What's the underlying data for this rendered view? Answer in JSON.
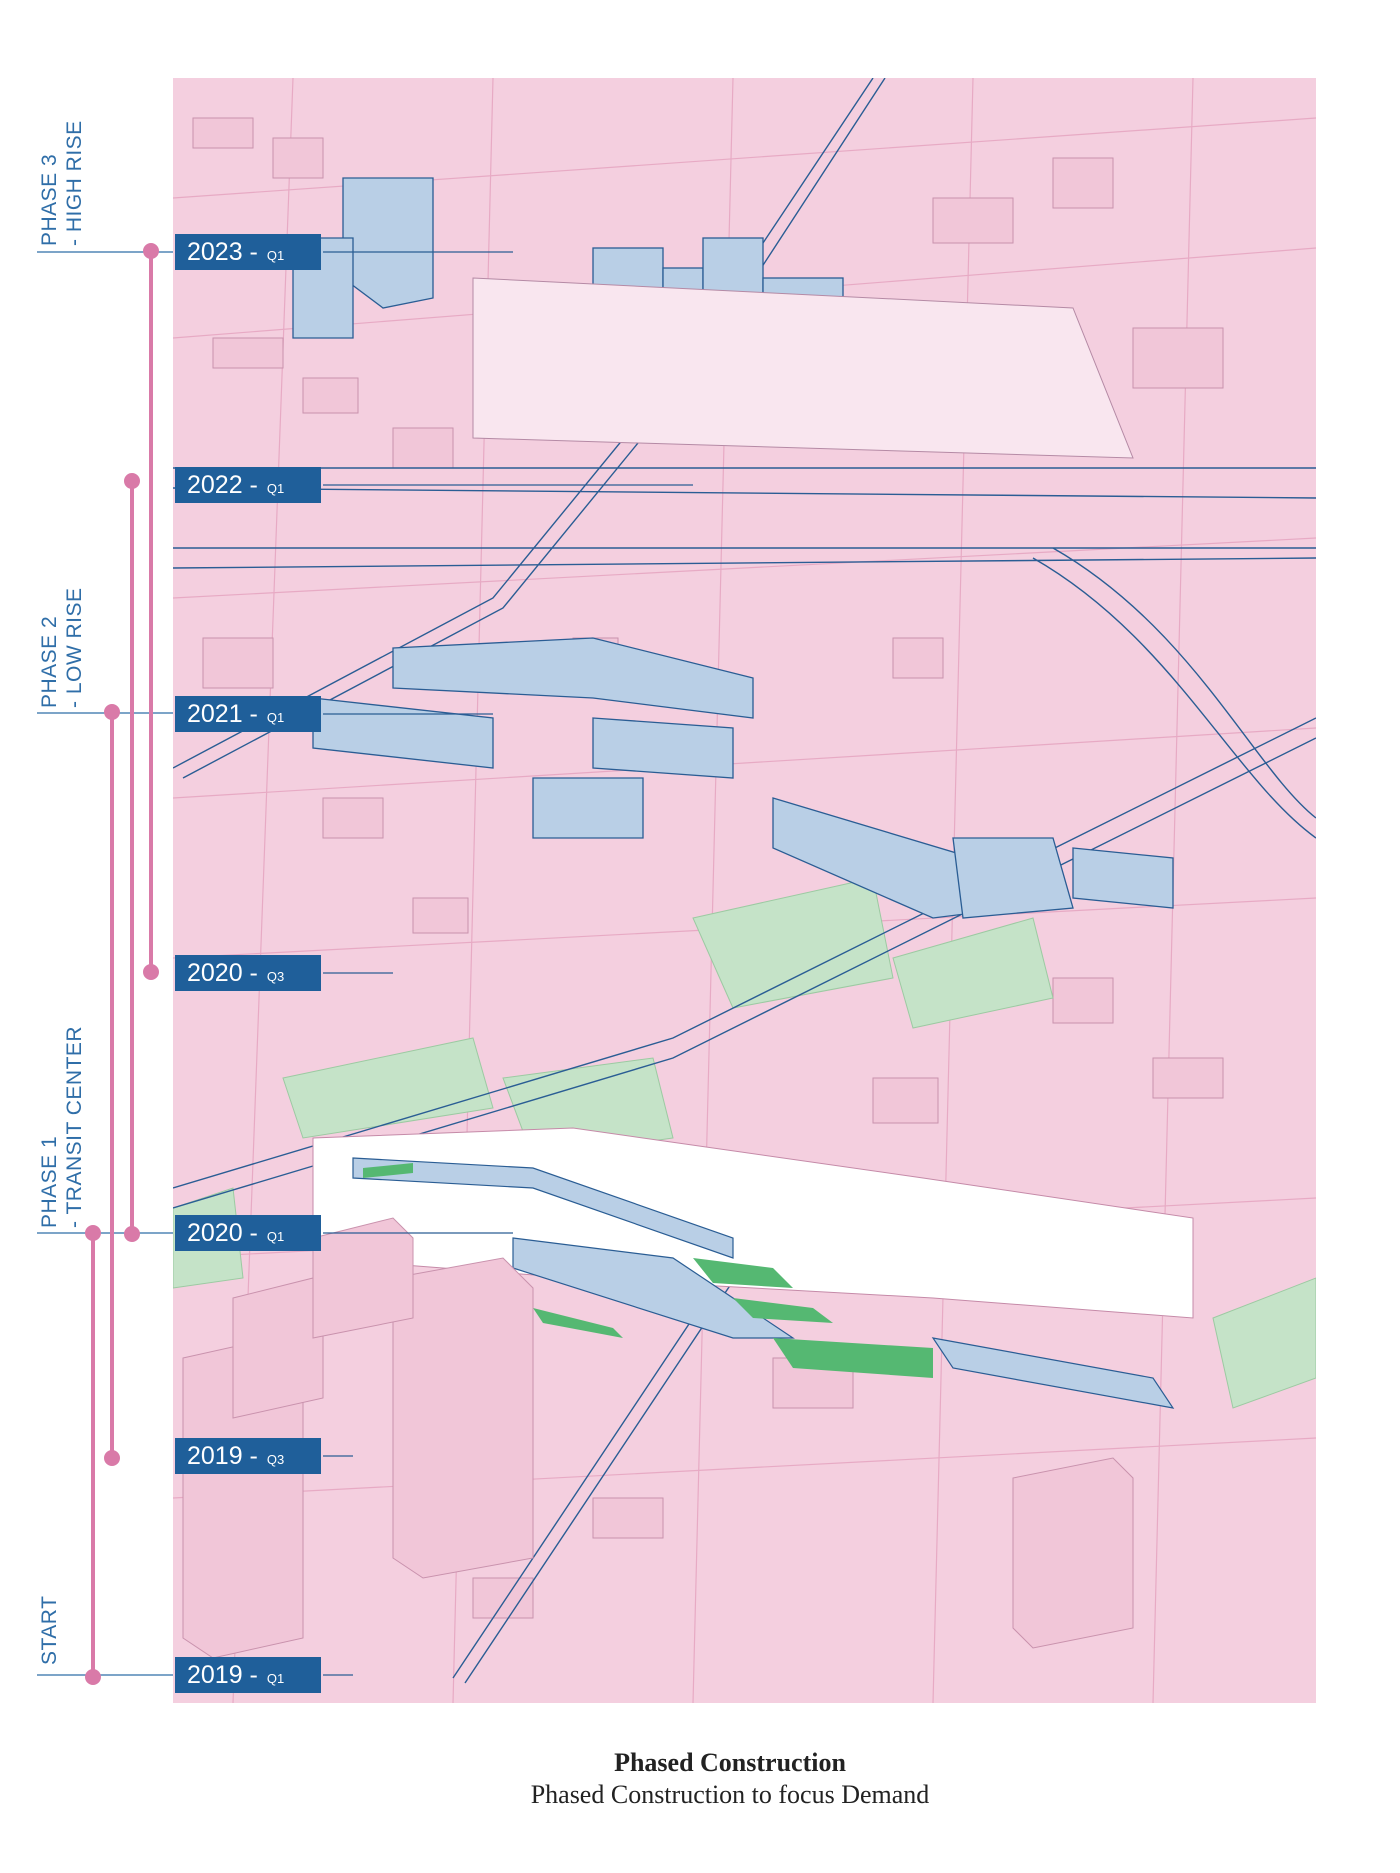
{
  "phases": [
    {
      "line1": "PHASE 3",
      "line2": "- HIGH RISE"
    },
    {
      "line1": "PHASE 2",
      "line2": "- LOW RISE"
    },
    {
      "line1": "PHASE 1",
      "line2": "- TRANSIT CENTER"
    },
    {
      "line1": "START",
      "line2": ""
    }
  ],
  "milestones": [
    {
      "year": "2023 -",
      "quarter": "Q1"
    },
    {
      "year": "2022 -",
      "quarter": "Q1"
    },
    {
      "year": "2021 -",
      "quarter": "Q1"
    },
    {
      "year": "2020 -",
      "quarter": "Q3"
    },
    {
      "year": "2020 -",
      "quarter": "Q1"
    },
    {
      "year": "2019 -",
      "quarter": "Q3"
    },
    {
      "year": "2019 -",
      "quarter": "Q1"
    }
  ],
  "caption": {
    "title": "Phased Construction",
    "subtitle": "Phased Construction to focus Demand"
  },
  "colors": {
    "map_background": "#f4cfdf",
    "building_blue": "#b9cfe6",
    "outline_blue": "#2a5d94",
    "park_green": "#c5e3c8",
    "plaza_green": "#55b872",
    "timeline_pink": "#d97aa8",
    "tag_blue": "#1f5f9a",
    "label_blue": "#2f6ea8"
  }
}
